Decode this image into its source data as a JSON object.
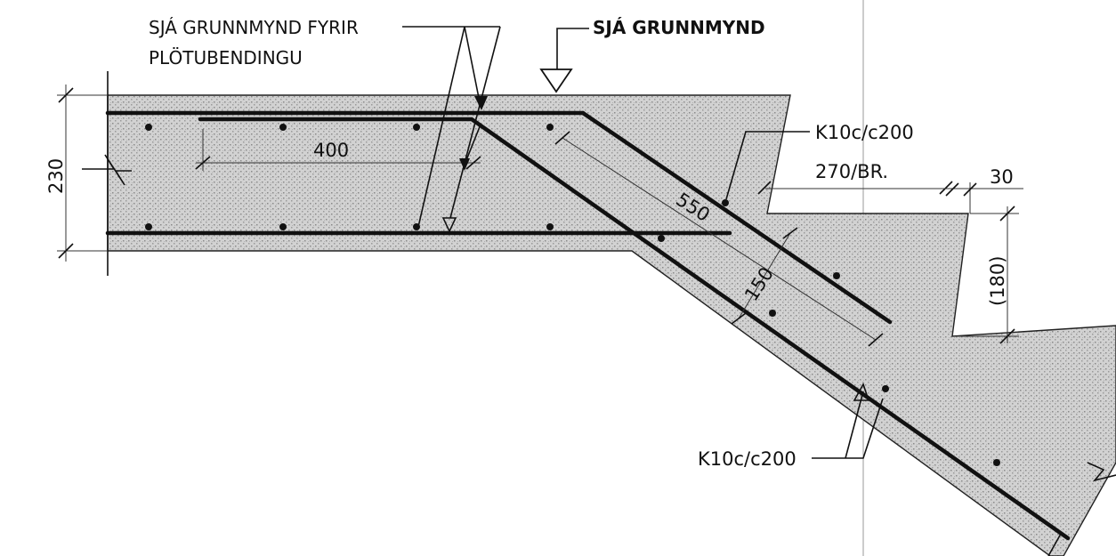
{
  "drawing": {
    "callout_slab_line1": "SJÁ GRUNNMYND FYRIR",
    "callout_slab_line2": "PLÖTUBENDINGU",
    "callout_plan": "SJÁ GRUNNMYND",
    "bar_upper": "K10c/c200",
    "step_note": "270/BR.",
    "bar_lower": "K10c/c200",
    "dim_slab_thickness": "230",
    "dim_anchorage": "400",
    "dim_bend": "550",
    "dim_flight": "150",
    "dim_nosing": "30",
    "dim_riser": "(180)"
  }
}
